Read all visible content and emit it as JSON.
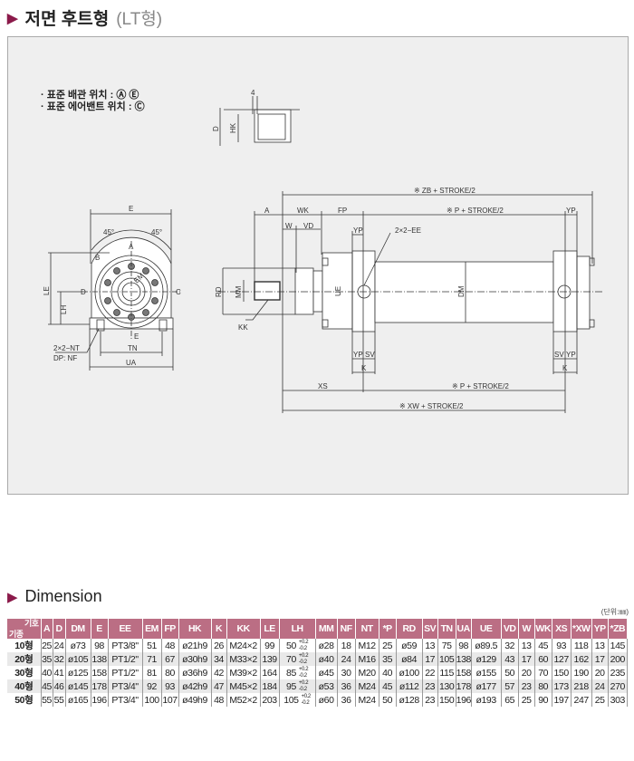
{
  "section1": {
    "title": "저면 후트형",
    "subtitle": "(LT형)"
  },
  "notes": [
    "· 표준 배관 위치 : Ⓐ Ⓔ",
    "· 표준 에어밴트 위치 : Ⓒ"
  ],
  "diagram": {
    "labels": {
      "four": "4",
      "d": "D",
      "hk": "HK",
      "e": "E",
      "deg1": "45°",
      "deg2": "45°",
      "em": "EM",
      "le": "LE",
      "lh": "LH",
      "nt": "2×2−NT",
      "nf": "DP: NF",
      "tn": "TN",
      "ua": "UA",
      "a": "A",
      "wk": "WK",
      "fp": "FP",
      "w": "W",
      "vd": "VD",
      "yp1": "YP",
      "ee": "2×2−EE",
      "zb": "※ ZB + STROKE/2",
      "p1": "※ P + STROKE/2",
      "yp2": "YP",
      "rd": "RD",
      "mm": "MM",
      "kk": "KK",
      "ue": "UE",
      "dm": "DM",
      "yp3": "YP",
      "sv1": "SV",
      "sv2": "SV",
      "yp4": "YP",
      "k1": "K",
      "k2": "K",
      "xs": "XS",
      "p2": "※ P + STROKE/2",
      "xw": "※ XW + STROKE/2",
      "pa": "A",
      "pb": "B",
      "pc": "C",
      "pd": "D",
      "pe": "E"
    }
  },
  "section2": {
    "title": "Dimension",
    "unit": "(단위:㎜)"
  },
  "table": {
    "corner_top": "기호",
    "corner_bottom": "기종",
    "headers": [
      "A",
      "D",
      "DM",
      "E",
      "EE",
      "EM",
      "FP",
      "HK",
      "K",
      "KK",
      "LE",
      "LH",
      "MM",
      "NF",
      "NT",
      "*P",
      "RD",
      "SV",
      "TN",
      "UA",
      "UE",
      "VD",
      "W",
      "WK",
      "XS",
      "*XW",
      "YP",
      "*ZB"
    ],
    "tolerance": {
      "plus": "+0.2",
      "minus": "-0.2"
    },
    "rows": [
      {
        "model": "10형",
        "cells": [
          "25",
          "24",
          "ø73",
          "98",
          "PT3/8\"",
          "51",
          "48",
          "ø21h9",
          "26",
          "M24×2",
          "99",
          "50",
          "ø28",
          "18",
          "M12",
          "25",
          "ø59",
          "13",
          "75",
          "98",
          "ø89.5",
          "32",
          "13",
          "45",
          "93",
          "118",
          "13",
          "145"
        ]
      },
      {
        "model": "20형",
        "cells": [
          "35",
          "32",
          "ø105",
          "138",
          "PT1/2\"",
          "71",
          "67",
          "ø30h9",
          "34",
          "M33×2",
          "139",
          "70",
          "ø40",
          "24",
          "M16",
          "35",
          "ø84",
          "17",
          "105",
          "138",
          "ø129",
          "43",
          "17",
          "60",
          "127",
          "162",
          "17",
          "200"
        ]
      },
      {
        "model": "30형",
        "cells": [
          "40",
          "41",
          "ø125",
          "158",
          "PT1/2\"",
          "81",
          "80",
          "ø36h9",
          "42",
          "M39×2",
          "164",
          "85",
          "ø45",
          "30",
          "M20",
          "40",
          "ø100",
          "22",
          "115",
          "158",
          "ø155",
          "50",
          "20",
          "70",
          "150",
          "190",
          "20",
          "235"
        ]
      },
      {
        "model": "40형",
        "cells": [
          "45",
          "46",
          "ø145",
          "178",
          "PT3/4\"",
          "92",
          "93",
          "ø42h9",
          "47",
          "M45×2",
          "184",
          "95",
          "ø53",
          "36",
          "M24",
          "45",
          "ø112",
          "23",
          "130",
          "178",
          "ø177",
          "57",
          "23",
          "80",
          "173",
          "218",
          "24",
          "270"
        ]
      },
      {
        "model": "50형",
        "cells": [
          "55",
          "55",
          "ø165",
          "196",
          "PT3/4\"",
          "100",
          "107",
          "ø49h9",
          "48",
          "M52×2",
          "203",
          "105",
          "ø60",
          "36",
          "M24",
          "50",
          "ø128",
          "23",
          "150",
          "196",
          "ø193",
          "65",
          "25",
          "90",
          "197",
          "247",
          "25",
          "303"
        ]
      }
    ]
  },
  "colors": {
    "accent": "#8b1a4a",
    "header": "#bb6e84"
  }
}
